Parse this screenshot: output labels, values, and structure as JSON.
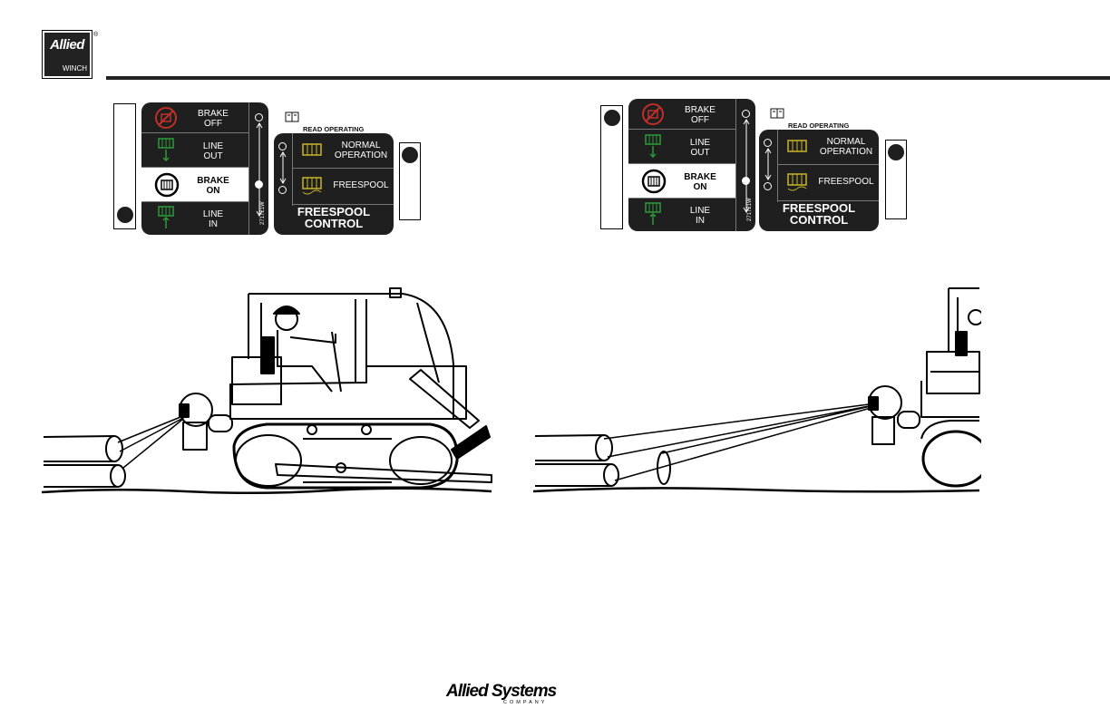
{
  "header": {
    "logo_top": "Allied",
    "logo_bottom": "WINCH",
    "registered": "®"
  },
  "decal_left": {
    "brake_off": "BRAKE\nOFF",
    "line_out": "LINE\nOUT",
    "brake_on": "BRAKE\nON",
    "line_in": "LINE\nIN",
    "part_number": "271721W",
    "read_instructions": "READ OPERATING\nINSTRUCTIONS",
    "normal_operation": "NORMAL\nOPERATION",
    "freespool": "FREESPOOL",
    "freespool_control": "FREESPOOL\nCONTROL"
  },
  "decal_right": {
    "brake_off": "BRAKE\nOFF",
    "line_out": "LINE\nOUT",
    "brake_on": "BRAKE\nON",
    "line_in": "LINE\nIN",
    "part_number": "271721W",
    "read_instructions": "READ OPERATING\nINSTRUCTIONS",
    "normal_operation": "NORMAL\nOPERATION",
    "freespool": "FREESPOOL",
    "freespool_control": "FREESPOOL\nCONTROL"
  },
  "footer": {
    "company_name": "Allied Systems",
    "company_sub": "COMPANY"
  },
  "colors": {
    "plate": "#1f1f1f",
    "brake_icon": "#c0302a",
    "line_icon": "#2f9a3a",
    "freespool_icon": "#c9b62a"
  }
}
